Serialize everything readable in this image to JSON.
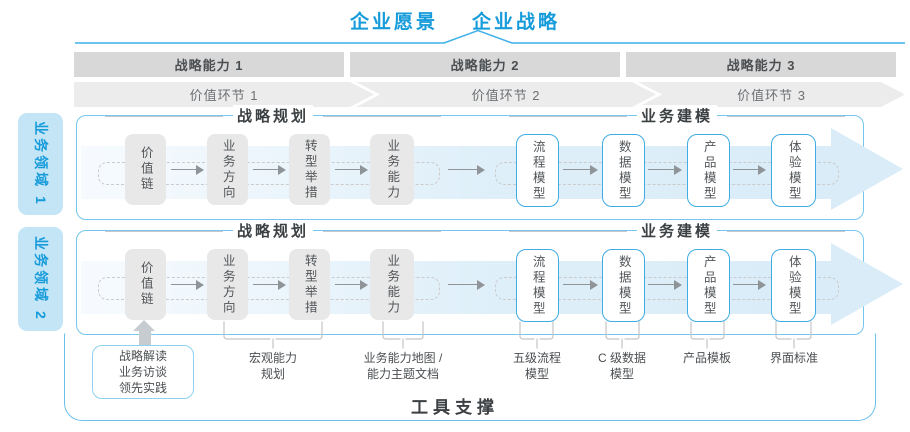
{
  "header": {
    "vision": "企业愿景",
    "strategy": "企业战略"
  },
  "capability_bars": [
    "战略能力 1",
    "战略能力 2",
    "战略能力 3"
  ],
  "value_links": [
    "价值环节 1",
    "价值环节 2",
    "价值环节 3"
  ],
  "domains": [
    "业务领域 1",
    "业务领域 2"
  ],
  "row": {
    "planning_title": "战略规划",
    "modeling_title": "业务建模",
    "planning_boxes": [
      "价值链",
      "业务方向",
      "转型举措",
      "业务能力"
    ],
    "modeling_boxes": [
      "流程模型",
      "数据模型",
      "产品模型",
      "体验模型"
    ]
  },
  "annotations": {
    "source_box": "战略解读\n业务访谈\n领先实践",
    "macro_capability": "宏观能力\n规划",
    "capability_map": "业务能力地图 /\n能力主题文档",
    "process_model": "五级流程\n模型",
    "data_model": "C 级数据\n模型",
    "product_template": "产品模板",
    "ui_standard": "界面标准"
  },
  "footer": {
    "tool_support": "工具支撑"
  },
  "colors": {
    "accent_blue": "#169bdb",
    "row_border": "#74c6ec",
    "model_box_border": "#3face3",
    "band_blue": "#d9ecf8",
    "bar_gray": "#d8d8d8",
    "chevron_gray": "#ececec",
    "text_dark": "#3c4043"
  }
}
